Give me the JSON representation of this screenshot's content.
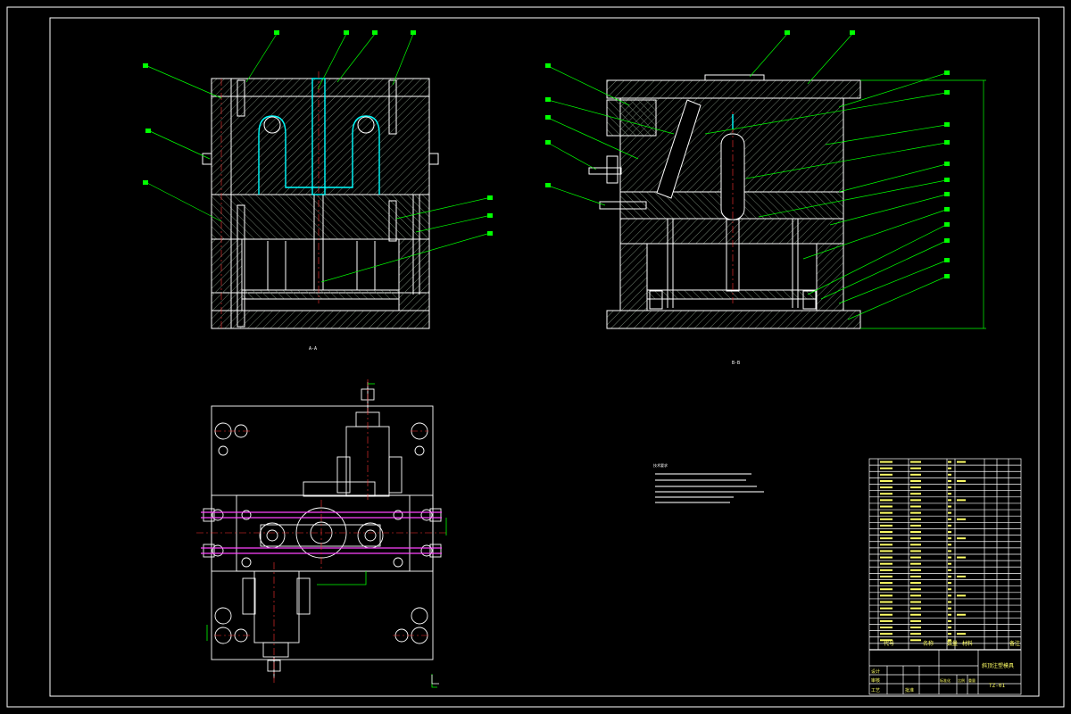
{
  "drawing": {
    "colors": {
      "background": "#000000",
      "outline": "#ffffff",
      "leader": "#00ff00",
      "hatch": "#6f7f6f",
      "cavity": "#00ffff",
      "centerline": "#ff3333",
      "tierod": "#ff44ff"
    },
    "views": {
      "front_caption": "A-A",
      "side_caption": "B-B"
    },
    "title_block": {
      "row_labels": [
        "代号",
        "名称",
        "数量",
        "材料",
        "备注"
      ],
      "bottom_cells": [
        "设计",
        "审核",
        "工艺",
        "批准",
        "标准化",
        "比例",
        "重量"
      ],
      "drawing_title": "斜顶注塑模具",
      "drawing_number": "TZ-01"
    },
    "notes_title": "技术要求"
  }
}
